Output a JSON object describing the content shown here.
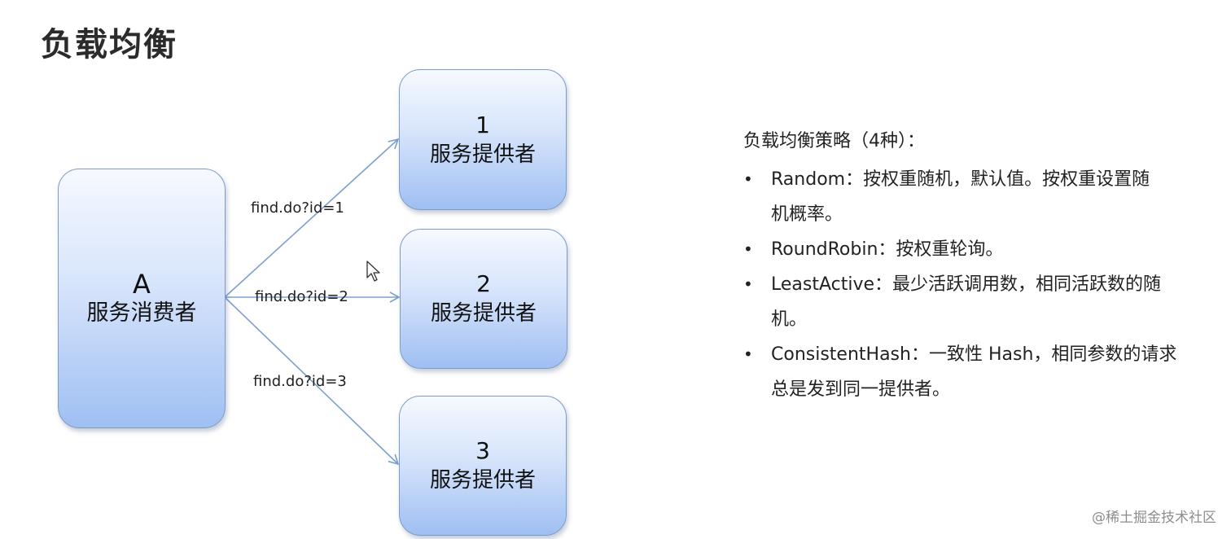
{
  "title": "负载均衡",
  "consumer": {
    "id": "A",
    "label": "服务消费者"
  },
  "providers": [
    {
      "id": "1",
      "label": "服务提供者"
    },
    {
      "id": "2",
      "label": "服务提供者"
    },
    {
      "id": "3",
      "label": "服务提供者"
    }
  ],
  "edges": [
    {
      "label": "find.do?id=1"
    },
    {
      "label": "find.do?id=2"
    },
    {
      "label": "find.do?id=3"
    }
  ],
  "strategies": {
    "heading": "负载均衡策略（4种）：",
    "items": [
      {
        "lines": [
          "Random：按权重随机，默认值。按权重设置随",
          "机概率。"
        ]
      },
      {
        "lines": [
          "RoundRobin：按权重轮询。"
        ]
      },
      {
        "lines": [
          "LeastActive：最少活跃调用数，相同活跃数的随",
          "机。"
        ]
      },
      {
        "lines": [
          "ConsistentHash：一致性 Hash，相同参数的请求",
          "总是发到同一提供者。"
        ]
      }
    ],
    "bullet": "•"
  },
  "watermark": "@稀土掘金技术社区",
  "colors": {
    "arrow": "#7ba0cf",
    "box_border": "#7d9cc8",
    "box_gradient_top": "#f6f9ff",
    "box_gradient_bottom": "#9fbff2"
  }
}
